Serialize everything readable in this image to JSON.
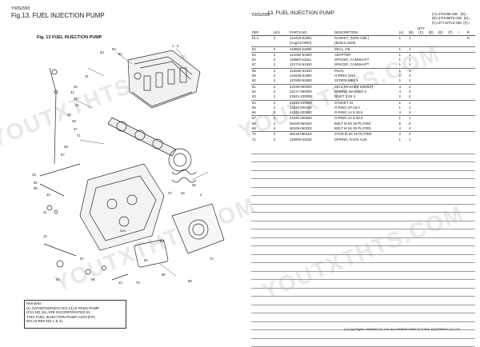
{
  "left_page": {
    "code": "Y00S2993",
    "title": "Fig.13.  FUEL INJECTION PUMP",
    "subtitle": "Fig. 13   FUEL INJECTION PUMP",
    "remarks": [
      "Remarks",
      "(1) GOVERNOR(FIG.NO.14) & FEED PUMP",
      "    (FIG.NO.15) ARE INCORPORATED IN",
      "    THIS FUEL INJECTION PUMP ASSY(FIG.",
      "    NO.13 REF.NO.1 & 2)."
    ],
    "callouts": [
      "53",
      "54",
      "63",
      "1",
      "2",
      "31",
      "46",
      "44",
      "32",
      "51",
      "40",
      "28",
      "47",
      "71",
      "39",
      "57",
      "43",
      "52",
      "59",
      "45",
      "41",
      "10",
      "43",
      "67",
      "61",
      "62",
      "62",
      "64",
      "68",
      "4",
      "36",
      "37",
      "48",
      "48",
      "41A",
      "57",
      "47",
      "68",
      "61",
      "62",
      "66",
      "62",
      "60",
      "65",
      "68",
      "70",
      "42",
      "50",
      "72"
    ],
    "watermark": "YOUTXTHTS.COM"
  },
  "right_page": {
    "code": "Y00S2993",
    "title": "13.  FUEL INJECTION PUMP",
    "models": [
      {
        "key": "(A)=4TNV88-GBI",
        "mark": "(D)="
      },
      {
        "key": "(B)=4TNV88TE-GBI",
        "mark": "(E)="
      },
      {
        "key": "(C)=4TY12TLE-GBI",
        "mark": "(F)="
      }
    ],
    "headers": {
      "ref": "REF.",
      "lev": "LEV",
      "parts": "PARTS NO.",
      "desc": "DESCRIPTION",
      "qty": "QTY",
      "i": "I",
      "r": "R"
    },
    "qty_cols": [
      "(A)",
      "(B)",
      "(C)",
      "(D)",
      "(E)",
      "(F)"
    ],
    "rows": [
      {
        "ref": "51-1",
        "lev": "2",
        "parts": "124410-51961",
        "desc": "GASKET, (NON-ASB.)",
        "a": "1",
        "b": "1",
        "c": "",
        "r": "N",
        "sep": true
      },
      {
        "ref": "",
        "lev": "",
        "parts": "(Aug/19 0990)",
        "desc": "(Before 0169)",
        "a": "",
        "b": "",
        "c": "",
        "r": "",
        "sep": false
      },
      {
        "ref": "52",
        "lev": "2",
        "parts": "119660-51900",
        "desc": "SEAL, OIL",
        "a": "1",
        "b": "1",
        "c": "",
        "r": "",
        "sep": true
      },
      {
        "ref": "53",
        "lev": "2",
        "parts": "121052-51900",
        "desc": "ADAPTER",
        "a": "1",
        "b": "1",
        "c": "",
        "r": "",
        "sep": true
      },
      {
        "ref": "54",
        "lev": "2",
        "parts": "119660-51911",
        "desc": "SPACER, CAMSHAFT",
        "a": "1",
        "b": "1",
        "c": "",
        "r": "",
        "sep": false
      },
      {
        "ref": "57",
        "lev": "2",
        "parts": "122710-51920",
        "desc": "SPACER, CAMSHAFT",
        "a": "1",
        "b": "1",
        "c": "",
        "r": "",
        "sep": false
      },
      {
        "ref": "58",
        "lev": "2",
        "parts": "144626-51940",
        "desc": "PLUG",
        "a": "1",
        "b": "1",
        "c": "",
        "r": "",
        "sep": true
      },
      {
        "ref": "59",
        "lev": "2",
        "parts": "144626-51950",
        "desc": "O-RING 1016",
        "a": "2",
        "b": "2",
        "c": "",
        "r": "",
        "sep": false
      },
      {
        "ref": "60",
        "lev": "2",
        "parts": "137600-52600",
        "desc": "SCREW M6X 6",
        "a": "1",
        "b": "1",
        "c": "",
        "r": "",
        "sep": false
      },
      {
        "ref": "61",
        "lev": "2",
        "parts": "22190-060000",
        "desc": "SEAL WASHER 6(BOLT)",
        "a": "4",
        "b": "4",
        "c": "",
        "r": "",
        "sep": true
      },
      {
        "ref": "62",
        "lev": "2",
        "parts": "22217-060000",
        "desc": "SPRING WASHER  6",
        "a": "4",
        "b": "4",
        "c": "",
        "r": "",
        "sep": false
      },
      {
        "ref": "63",
        "lev": "2",
        "parts": "22621-230000",
        "desc": "RIVET 2.3X 3",
        "a": "2",
        "b": "2",
        "c": "",
        "r": "",
        "sep": false
      },
      {
        "ref": "64",
        "lev": "2",
        "parts": "23414-220020",
        "desc": "GASKET 22",
        "a": "1",
        "b": "1",
        "c": "",
        "r": "",
        "sep": true
      },
      {
        "ref": "65",
        "lev": "2",
        "parts": "24310-000150",
        "desc": "O-RING 1P-15.0",
        "a": "1",
        "b": "1",
        "c": "",
        "r": "",
        "sep": false
      },
      {
        "ref": "66",
        "lev": "2",
        "parts": "24341-000260",
        "desc": "O-RING 1A S 26.5",
        "a": "4",
        "b": "4",
        "c": "",
        "r": "",
        "sep": false
      },
      {
        "ref": "67",
        "lev": "2",
        "parts": "24341-000500",
        "desc": "O-RING 1A S 50.0",
        "a": "1",
        "b": "1",
        "c": "",
        "r": "",
        "sep": true
      },
      {
        "ref": "68",
        "lev": "2",
        "parts": "26106-060162",
        "desc": "BOLT M 6X 16 PLATED",
        "a": "6",
        "b": "6",
        "c": "",
        "r": "",
        "sep": false
      },
      {
        "ref": "69",
        "lev": "2",
        "parts": "26106-060202",
        "desc": "BOLT M 6X 20 PLATED",
        "a": "4",
        "b": "4",
        "c": "",
        "r": "",
        "sep": false
      },
      {
        "ref": "70",
        "lev": "2",
        "parts": "26216-060162",
        "desc": "STUD M 6X 16 PLATED",
        "a": "2",
        "b": "2",
        "c": "",
        "r": "",
        "sep": true
      },
      {
        "ref": "71",
        "lev": "2",
        "parts": "119000-51530",
        "desc": "SPRING, RACK AUX.",
        "a": "1",
        "b": "1",
        "c": "",
        "r": "",
        "sep": false
      }
    ],
    "empty_line_count": 24,
    "footer": "(C)Copy Rights: YANMAR CO.,LTD and YANMAR AGRICULTURAL EQUIPMENT CO.,LTD.",
    "watermark": "YOUTXTHTS.COM"
  }
}
